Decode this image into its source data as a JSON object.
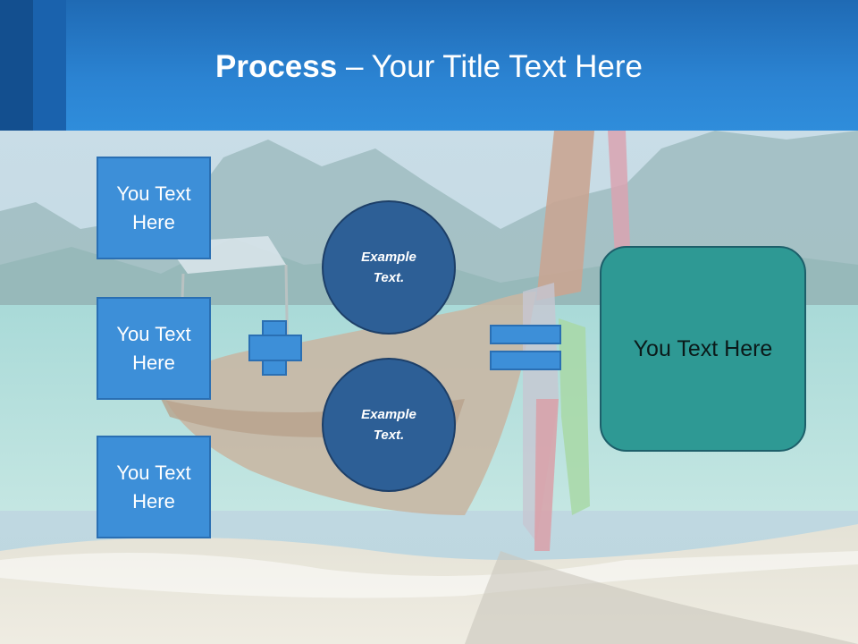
{
  "title": {
    "bold": "Process",
    "rest": " – Your Title Text Here"
  },
  "boxes": [
    {
      "label": "You Text Here"
    },
    {
      "label": "You Text Here"
    },
    {
      "label": "You Text Here"
    }
  ],
  "circles": [
    {
      "label": "Example Text."
    },
    {
      "label": "Example Text."
    }
  ],
  "result": {
    "label": "You Text Here"
  },
  "colors": {
    "header": "#2b83d2",
    "box": "#3d8fd8",
    "circle": "#2d5f96",
    "result": "#2e9994"
  }
}
